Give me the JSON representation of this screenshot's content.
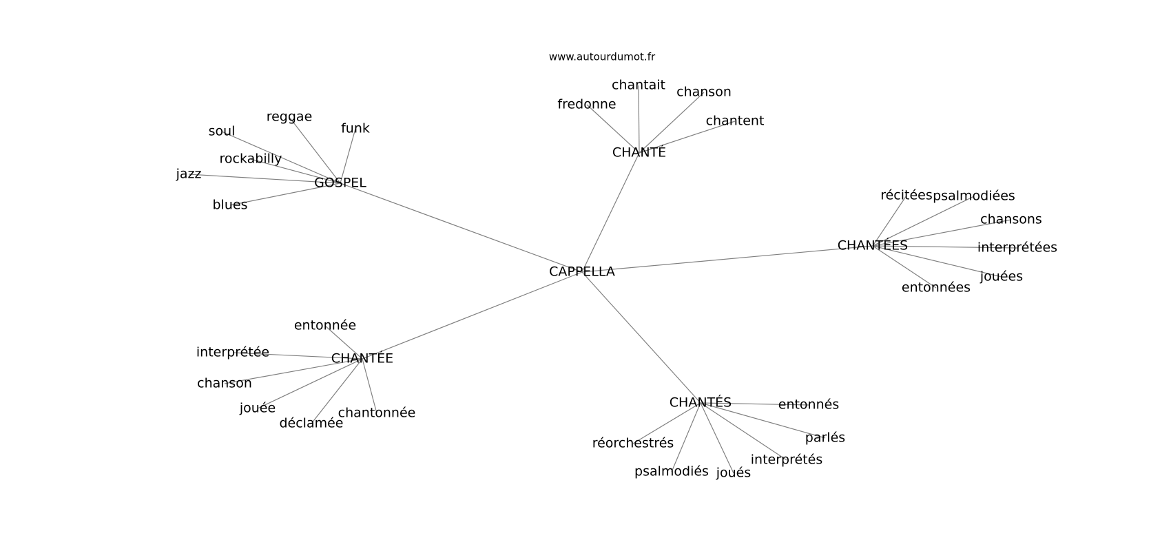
{
  "watermark": "www.autourdumot.fr",
  "graph": {
    "center": "CAPPELLA",
    "hubs": [
      {
        "id": "chante",
        "label": "CHANTÉ",
        "words": [
          "fredonne",
          "chantait",
          "chanson",
          "chantent"
        ]
      },
      {
        "id": "gospel",
        "label": "GOSPEL",
        "words": [
          "reggae",
          "funk",
          "soul",
          "rockabilly",
          "jazz",
          "blues"
        ]
      },
      {
        "id": "chantees",
        "label": "CHANTÉES",
        "words": [
          "récitées",
          "psalmodiées",
          "chansons",
          "interprétées",
          "jouées",
          "entonnées"
        ]
      },
      {
        "id": "chantee",
        "label": "CHANTÉE",
        "words": [
          "entonnée",
          "interprétée",
          "chanson",
          "jouée",
          "déclamée",
          "chantonnée"
        ]
      },
      {
        "id": "chantes",
        "label": "CHANTÉS",
        "words": [
          "entonnés",
          "parlés",
          "interprétés",
          "joués",
          "psalmodiés",
          "réorchestrés"
        ]
      }
    ]
  }
}
